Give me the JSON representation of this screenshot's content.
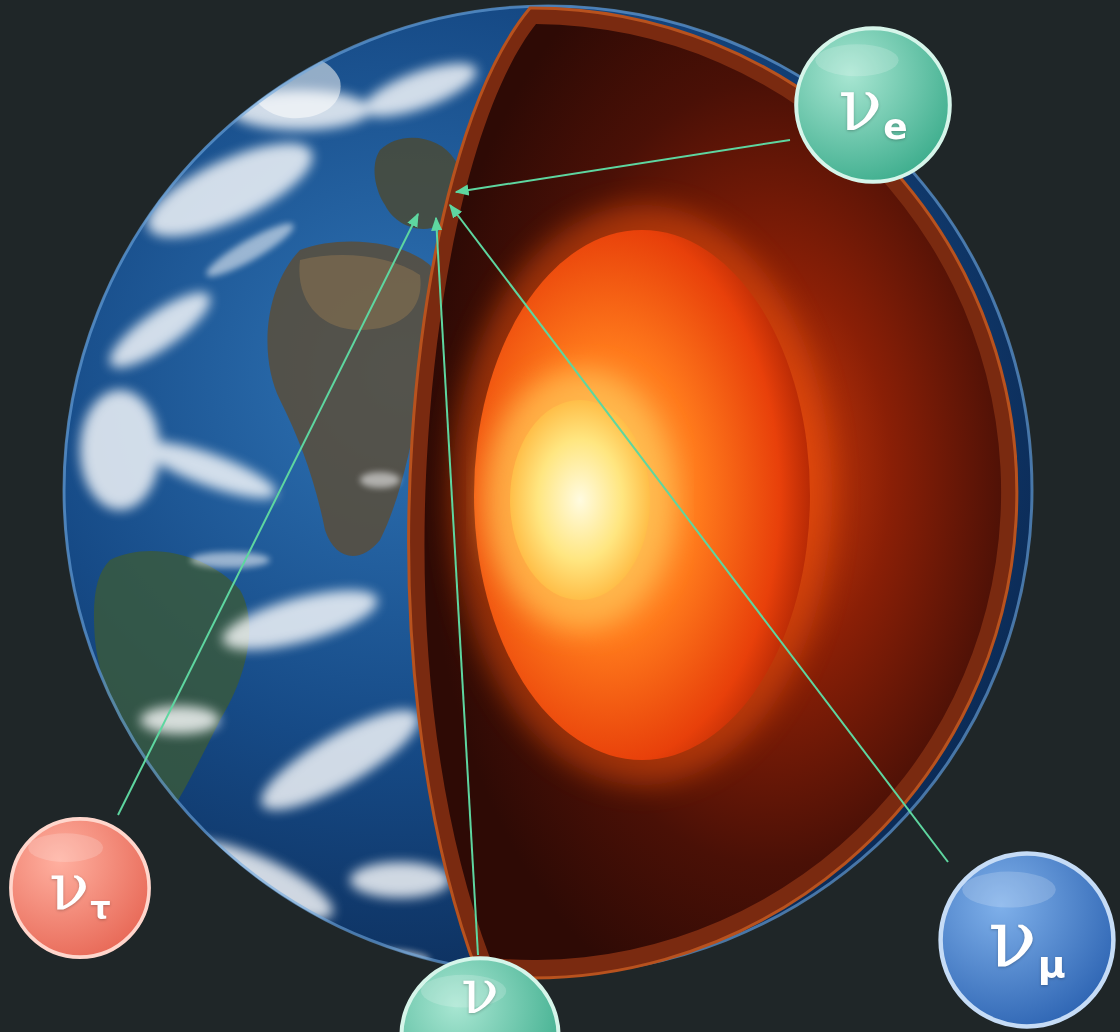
{
  "diagram": {
    "nodes": [
      {
        "text": [
          "ν",
          "e"
        ]
      },
      {
        "text": [
          "ν",
          "τ"
        ]
      },
      {
        "text": [
          "ν",
          "μ"
        ]
      },
      {
        "text": [
          "ν"
        ]
      }
    ]
  }
}
